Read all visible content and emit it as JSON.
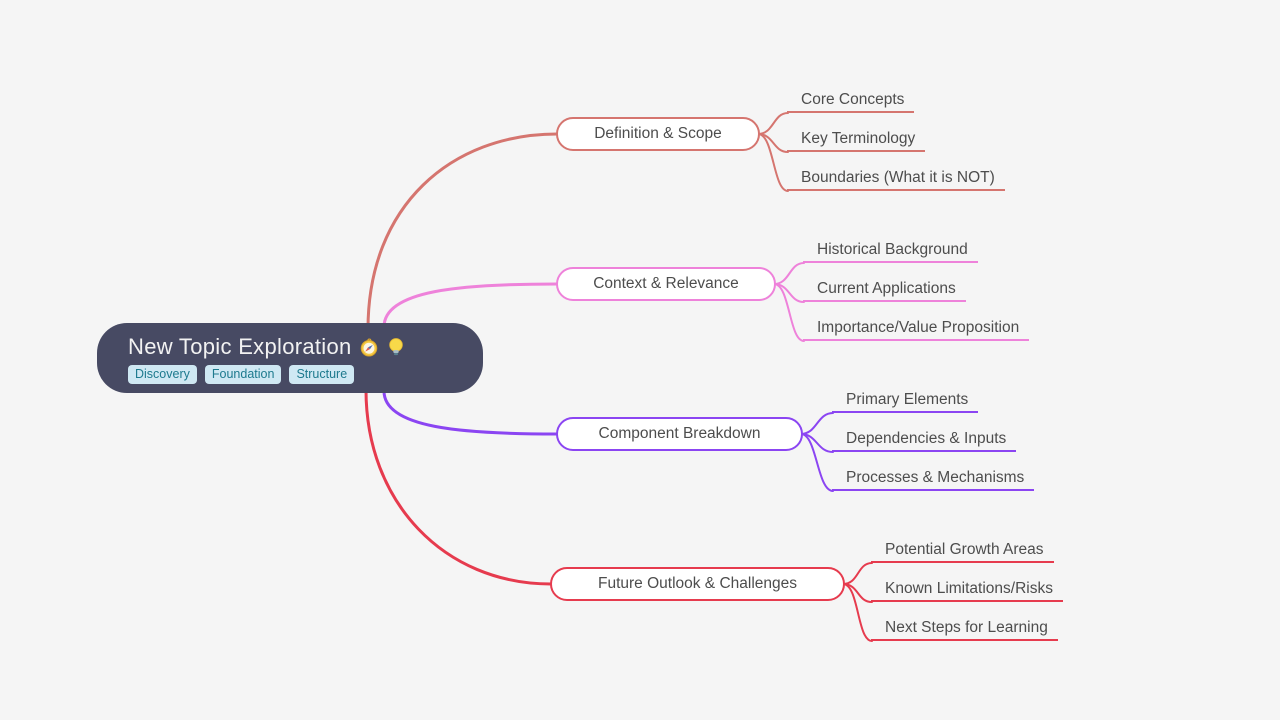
{
  "canvas": {
    "background": "#f5f5f5"
  },
  "root": {
    "title": "New Topic Exploration",
    "icons": [
      {
        "name": "compass-icon",
        "glyph": "🧭"
      },
      {
        "name": "lightbulb-icon",
        "glyph": "💡"
      }
    ],
    "tags": [
      "Discovery",
      "Foundation",
      "Structure"
    ],
    "colors": {
      "background": "#474a63",
      "text": "#f2f2f2",
      "tag_bg": "#cfe8f3",
      "tag_text": "#1d7a8e"
    }
  },
  "branches": [
    {
      "label": "Definition & Scope",
      "color": "#d5756f",
      "children": [
        "Core Concepts",
        "Key Terminology",
        "Boundaries (What it is NOT)"
      ]
    },
    {
      "label": "Context & Relevance",
      "color": "#ee82da",
      "children": [
        "Historical Background",
        "Current Applications",
        "Importance/Value Proposition"
      ]
    },
    {
      "label": "Component Breakdown",
      "color": "#8b45f2",
      "children": [
        "Primary Elements",
        "Dependencies & Inputs",
        "Processes & Mechanisms"
      ]
    },
    {
      "label": "Future Outlook & Challenges",
      "color": "#e63b4e",
      "children": [
        "Potential Growth Areas",
        "Known Limitations/Risks",
        "Next Steps for Learning"
      ]
    }
  ]
}
